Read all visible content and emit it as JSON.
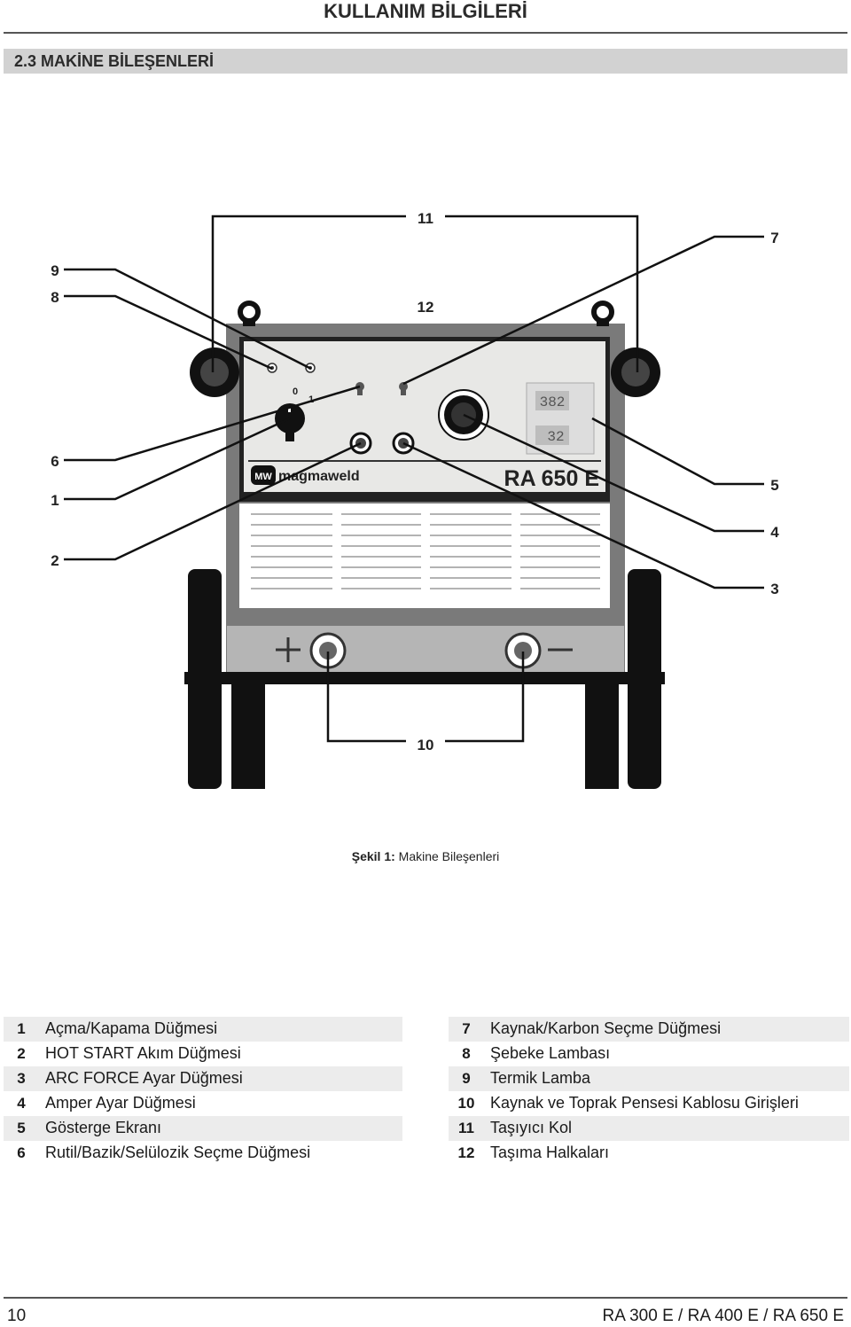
{
  "header": {
    "title": "KULLANIM BİLGİLERİ"
  },
  "section": {
    "title": "2.3 MAKİNE BİLEŞENLERİ"
  },
  "figure": {
    "callouts": {
      "c1": "1",
      "c2": "2",
      "c3": "3",
      "c4": "4",
      "c5": "5",
      "c6": "6",
      "c7": "7",
      "c8": "8",
      "c9": "9",
      "c10": "10",
      "c11": "11",
      "c12": "12"
    },
    "panel": {
      "switch_off": "0",
      "switch_on": "1",
      "brand": "magmaweld",
      "brand_mark": "MW",
      "model": "RA 650 E",
      "display_top": "382",
      "display_bottom": "32"
    },
    "caption_prefix": "Şekil 1:",
    "caption_text": "Makine Bileşenleri"
  },
  "legend_left": [
    {
      "num": "1",
      "label": "Açma/Kapama Düğmesi"
    },
    {
      "num": "2",
      "label": "HOT START Akım Düğmesi"
    },
    {
      "num": "3",
      "label": "ARC FORCE Ayar Düğmesi"
    },
    {
      "num": "4",
      "label": "Amper Ayar Düğmesi"
    },
    {
      "num": "5",
      "label": "Gösterge Ekranı"
    },
    {
      "num": "6",
      "label": "Rutil/Bazik/Selülozik Seçme Düğmesi"
    }
  ],
  "legend_right": [
    {
      "num": "7",
      "label": "Kaynak/Karbon Seçme Düğmesi"
    },
    {
      "num": "8",
      "label": "Şebeke Lambası"
    },
    {
      "num": "9",
      "label": "Termik Lamba"
    },
    {
      "num": "10",
      "label": "Kaynak ve Toprak Pensesi Kablosu Girişleri"
    },
    {
      "num": "11",
      "label": "Taşıyıcı Kol"
    },
    {
      "num": "12",
      "label": "Taşıma Halkaları"
    }
  ],
  "footer": {
    "page": "10",
    "models": "RA 300 E / RA 400 E / RA 650 E"
  }
}
